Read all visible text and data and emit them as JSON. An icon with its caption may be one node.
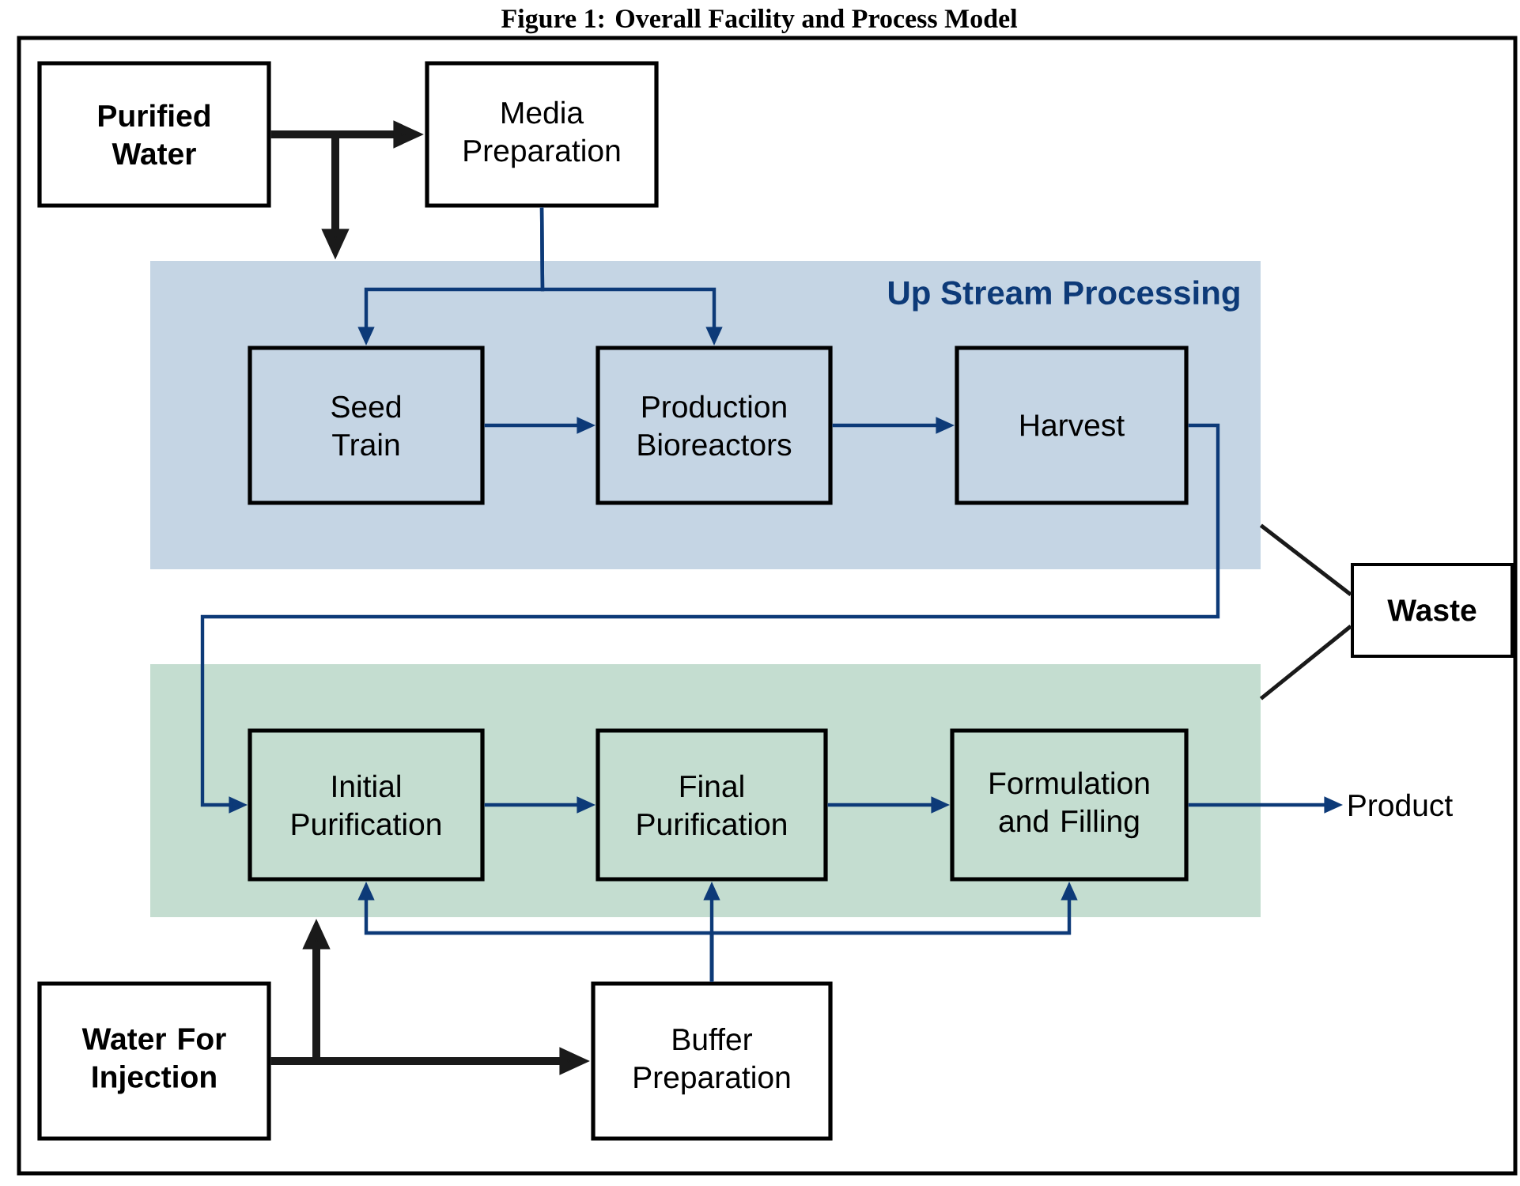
{
  "diagram": {
    "title": "Figure 1: Overall Facility and Process Model",
    "nodes": [
      {
        "text": [
          "Purified Water"
        ]
      },
      {
        "text": [
          "Media Preparation"
        ]
      },
      {
        "text": [
          "Up Stream Processing"
        ]
      },
      {
        "text": [
          "Seed Train"
        ],
        "in": 2
      },
      {
        "text": [
          "Production Bioreactors"
        ],
        "in": 2
      },
      {
        "text": [
          "Harvest"
        ],
        "in": 2
      },
      {
        "text": [
          "Waste"
        ]
      },
      {
        "text": [],
        "shape": "box"
      },
      {
        "text": [
          "Initial Purification"
        ],
        "in": 7
      },
      {
        "text": [
          "Final Purification"
        ],
        "in": 7
      },
      {
        "text": [
          "Formulation and Filling"
        ],
        "in": 7
      },
      {
        "text": [
          "Product"
        ]
      },
      {
        "text": [
          "Water For Injection"
        ]
      },
      {
        "text": [
          "Buffer Preparation"
        ]
      }
    ],
    "edges": [
      {
        "from": 0,
        "to": 1,
        "arrow": "to",
        "style": "thick",
        "color": "#1a1a1a"
      },
      {
        "from": 0,
        "to": 2,
        "arrow": "to",
        "style": "thick",
        "color": "#1a1a1a"
      },
      {
        "from": 1,
        "to": 3,
        "arrow": "to"
      },
      {
        "from": 1,
        "to": 4,
        "arrow": "to"
      },
      {
        "from": 3,
        "to": 4,
        "arrow": "to"
      },
      {
        "from": 4,
        "to": 5,
        "arrow": "to"
      },
      {
        "from": 5,
        "to": 8,
        "arrow": "to"
      },
      {
        "from": 2,
        "to": 6,
        "arrow": "none",
        "color": "#1a1a1a"
      },
      {
        "from": 7,
        "to": 6,
        "arrow": "none",
        "color": "#1a1a1a"
      },
      {
        "from": 8,
        "to": 9,
        "arrow": "to"
      },
      {
        "from": 9,
        "to": 10,
        "arrow": "to"
      },
      {
        "from": 10,
        "to": 11,
        "arrow": "to"
      },
      {
        "from": 12,
        "to": 7,
        "arrow": "to",
        "style": "thick",
        "color": "#1a1a1a"
      },
      {
        "from": 12,
        "to": 13,
        "arrow": "to",
        "style": "thick",
        "color": "#1a1a1a"
      },
      {
        "from": 13,
        "to": 8,
        "arrow": "to"
      },
      {
        "from": 13,
        "to": 9,
        "arrow": "to"
      },
      {
        "from": 13,
        "to": 10,
        "arrow": "to"
      }
    ]
  }
}
